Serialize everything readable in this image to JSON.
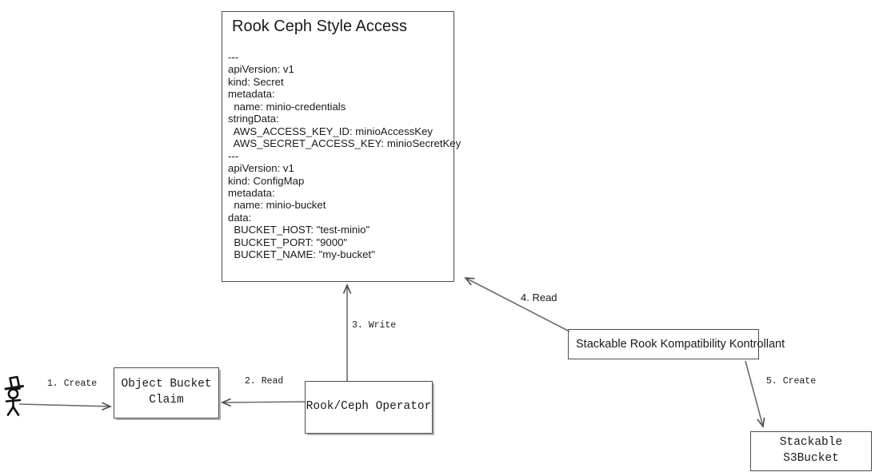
{
  "diagram": {
    "title": "Rook Ceph Style Access flow",
    "type": "flow-diagram",
    "stroke_color": "#4d4d4d",
    "text_color": "#1a1a1a",
    "background": "#ffffff"
  },
  "nodes": {
    "yaml_panel": {
      "title": "Rook Ceph Style Access",
      "body": "---\napiVersion: v1\nkind: Secret\nmetadata:\n  name: minio-credentials\nstringData:\n  AWS_ACCESS_KEY_ID: minioAccessKey\n  AWS_SECRET_ACCESS_KEY: minioSecretKey\n---\napiVersion: v1\nkind: ConfigMap\nmetadata:\n  name: minio-bucket\ndata:\n  BUCKET_HOST: \"test-minio\"\n  BUCKET_PORT: \"9000\"\n  BUCKET_NAME: \"my-bucket\""
    },
    "object_bucket_claim": {
      "label": "Object Bucket\nClaim"
    },
    "rook_ceph_operator": {
      "label": "Rook/Ceph Operator"
    },
    "skkk": {
      "label": "Stackable Rook Kompatibility Kontrollant"
    },
    "s3bucket": {
      "label": "Stackable S3Bucket"
    },
    "actor": {
      "label": "user-actor"
    }
  },
  "edges": [
    {
      "id": "e1",
      "label": "1. Create",
      "from": "actor",
      "to": "object_bucket_claim",
      "font": "mono"
    },
    {
      "id": "e2",
      "label": "2. Read",
      "from": "rook_ceph_operator",
      "to": "object_bucket_claim",
      "font": "mono"
    },
    {
      "id": "e3",
      "label": "3. Write",
      "from": "rook_ceph_operator",
      "to": "yaml_panel",
      "font": "mono"
    },
    {
      "id": "e4",
      "label": "4. Read",
      "from": "skkk",
      "to": "yaml_panel",
      "font": "sans"
    },
    {
      "id": "e5",
      "label": "5. Create",
      "from": "skkk",
      "to": "s3bucket",
      "font": "mono"
    }
  ]
}
